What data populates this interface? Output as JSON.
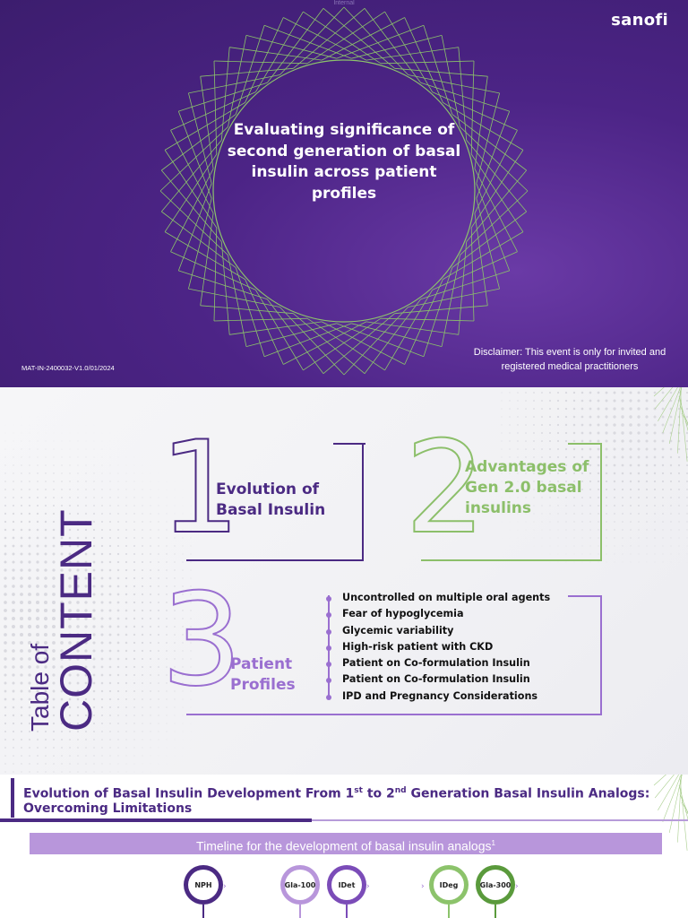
{
  "slide1": {
    "internal_label": "Internal",
    "logo": "sanofi",
    "title": "Evaluating significance of second generation of basal insulin across patient profiles",
    "disclaimer": "Disclaimer: This event is only for invited and registered medical practitioners",
    "doc_code": "MAT-IN-2400032-V1.0/01/2024",
    "colors": {
      "background": "#4c2486",
      "ring": "#8cc36b"
    }
  },
  "slide2": {
    "title_small": "Table of",
    "title_large": "CONTENT",
    "sections": [
      {
        "number": "1",
        "label": "Evolution of Basal Insulin",
        "color": "#4b2a83"
      },
      {
        "number": "2",
        "label": "Advantages of Gen 2.0 basal insulins",
        "color": "#8cbf6a"
      },
      {
        "number": "3",
        "label": "Patient Profiles",
        "color": "#9a6fd0"
      }
    ],
    "patient_profiles": [
      "Uncontrolled on multiple oral agents",
      "Fear of hypoglycemia",
      "Glycemic variability",
      "High-risk patient with CKD",
      "Patient on Co-formulation Insulin",
      "Patient on Co-formulation Insulin",
      "IPD and Pregnancy Considerations"
    ]
  },
  "slide3": {
    "title_part1": "Evolution of Basal Insulin Development From 1",
    "title_sup1": "st",
    "title_part2": " to 2",
    "title_sup2": "nd",
    "title_part3": " Generation Basal Insulin Analogs: Overcoming Limitations",
    "band_text": "Timeline for the development of basal insulin analogs",
    "band_sup": "1",
    "nodes": [
      {
        "line1": "NPH",
        "line2": "",
        "color": "#4b2a83"
      },
      {
        "line1": "Gla-",
        "line2": "100",
        "color": "#b896db"
      },
      {
        "line1": "IDet",
        "line2": "",
        "color": "#7b4cb8"
      },
      {
        "line1": "IDeg",
        "line2": "",
        "color": "#8cc36b"
      },
      {
        "line1": "Gla-",
        "line2": "300",
        "color": "#5a9a3c"
      }
    ]
  }
}
